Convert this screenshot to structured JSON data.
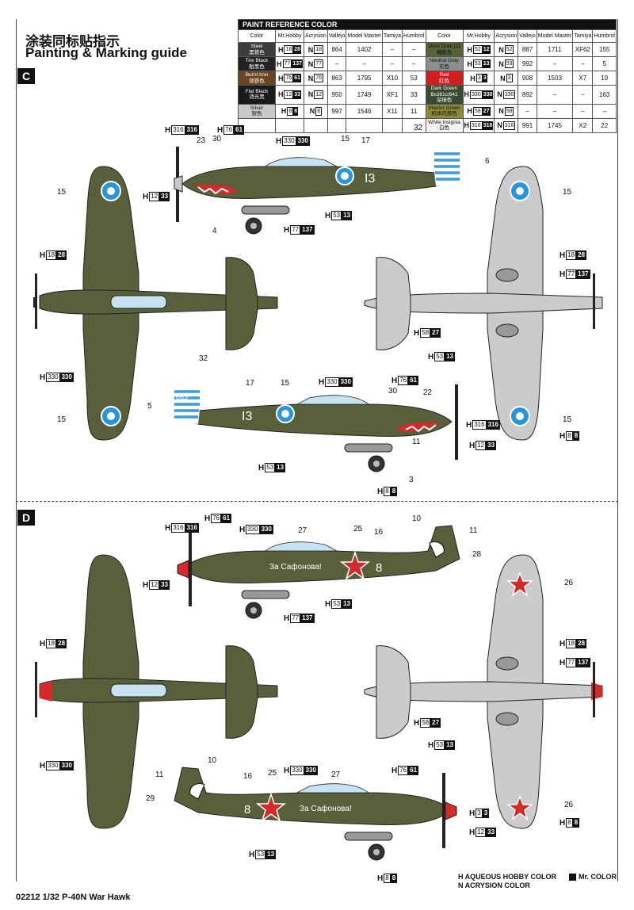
{
  "header": {
    "title_cn": "涂装同标贴指示",
    "title_en": "Painting & Marking guide",
    "section_c": "C",
    "section_d": "D"
  },
  "paint_table": {
    "title": "PAINT  REFERENCE COLOR",
    "columns": [
      "Color",
      "Mr.Hobby",
      "Acrysion",
      "Vallejo",
      "Model Master",
      "Tamiya",
      "Humbrol"
    ],
    "left_rows": [
      {
        "name": "Steel",
        "name_cn": "黑铁色",
        "swatch": "#3c3c3c",
        "h1": "18",
        "h2": "28",
        "n": "18",
        "vallejo": "864",
        "mm": "1402",
        "tamiya": "–",
        "humbrol": "–"
      },
      {
        "name": "Tire Black",
        "name_cn": "胎黑色",
        "swatch": "#222222",
        "h1": "77",
        "h2": "137",
        "n": "77",
        "vallejo": "–",
        "mm": "–",
        "tamiya": "–",
        "humbrol": "–"
      },
      {
        "name": "Burnt Iron",
        "name_cn": "烧铁色",
        "swatch": "#6b4424",
        "h1": "76",
        "h2": "61",
        "n": "76",
        "vallejo": "863",
        "mm": "1795",
        "tamiya": "X10",
        "humbrol": "53"
      },
      {
        "name": "Flat Black",
        "name_cn": "消光黑",
        "swatch": "#1a1a1a",
        "h1": "12",
        "h2": "33",
        "n": "12",
        "vallejo": "950",
        "mm": "1749",
        "tamiya": "XF1",
        "humbrol": "33"
      },
      {
        "name": "Silver",
        "name_cn": "银色",
        "swatch": "#c8c8c8",
        "h1": "8",
        "h2": "8",
        "n": "8",
        "vallejo": "997",
        "mm": "1546",
        "tamiya": "X11",
        "humbrol": "11"
      }
    ],
    "right_rows": [
      {
        "name": "Olive Drab (1)",
        "name_cn": "橄榄色",
        "swatch": "#58633a",
        "h1": "52",
        "h2": "12",
        "n": "52",
        "vallejo": "887",
        "mm": "1711",
        "tamiya": "XF62",
        "humbrol": "155"
      },
      {
        "name": "Neutral Gray",
        "name_cn": "灰色",
        "swatch": "#8c8f90",
        "h1": "53",
        "h2": "13",
        "n": "53",
        "vallejo": "992",
        "mm": "–",
        "tamiya": "–",
        "humbrol": "5"
      },
      {
        "name": "Red",
        "name_cn": "红色",
        "swatch": "#d11f1f",
        "h1": "3",
        "h2": "3",
        "n": "3",
        "vallejo": "908",
        "mm": "1503",
        "tamiya": "X7",
        "humbrol": "19"
      },
      {
        "name": "Dark Green Bs381c/641",
        "name_cn": "深绿色",
        "swatch": "#3a4a30",
        "h1": "330",
        "h2": "330",
        "n": "330",
        "vallejo": "892",
        "mm": "–",
        "tamiya": "–",
        "humbrol": "163"
      },
      {
        "name": "Interior Green",
        "name_cn": "机体内部色",
        "swatch": "#8a8a3a",
        "h1": "58",
        "h2": "27",
        "n": "58",
        "vallejo": "–",
        "mm": "–",
        "tamiya": "–",
        "humbrol": "–"
      },
      {
        "name": "White Insignia",
        "name_cn": "白色",
        "swatch": "#f2f2f2",
        "h1": "316",
        "h2": "316",
        "n": "316",
        "vallejo": "991",
        "mm": "1745",
        "tamiya": "X2",
        "humbrol": "22"
      }
    ]
  },
  "callouts_c": {
    "h316": {
      "l": "H",
      "a": "316",
      "b": "316"
    },
    "h76": {
      "l": "H",
      "a": "76",
      "b": "61"
    },
    "h330": {
      "l": "H",
      "a": "330",
      "b": "330"
    },
    "h12": {
      "l": "H",
      "a": "12",
      "b": "33"
    },
    "h53": {
      "l": "H",
      "a": "53",
      "b": "13"
    },
    "h77": {
      "l": "H",
      "a": "77",
      "b": "137"
    },
    "h18": {
      "l": "H",
      "a": "18",
      "b": "28"
    },
    "h58": {
      "l": "H",
      "a": "58",
      "b": "27"
    },
    "h8": {
      "l": "H",
      "a": "8",
      "b": "8"
    }
  },
  "numbers": {
    "n23": "23",
    "n30": "30",
    "n15": "15",
    "n17": "17",
    "n32": "32",
    "n6": "6",
    "n4": "4",
    "n5": "5",
    "n22": "22",
    "n11": "11",
    "n3": "3",
    "n27": "27",
    "n25": "25",
    "n16": "16",
    "n10": "10",
    "n28": "28",
    "n26": "26",
    "n29": "29"
  },
  "markings": {
    "c_code": "I3",
    "c_tail": "663",
    "d_slogan": "За Сафонова!",
    "d_code": "8"
  },
  "footer": {
    "text": "02212  1/32  P-40N War Hawk",
    "legend_h": "H  AQUEOUS HOBBY COLOR",
    "legend_n": "N  ACRYSION COLOR",
    "legend_mr": "Mr. COLOR"
  }
}
